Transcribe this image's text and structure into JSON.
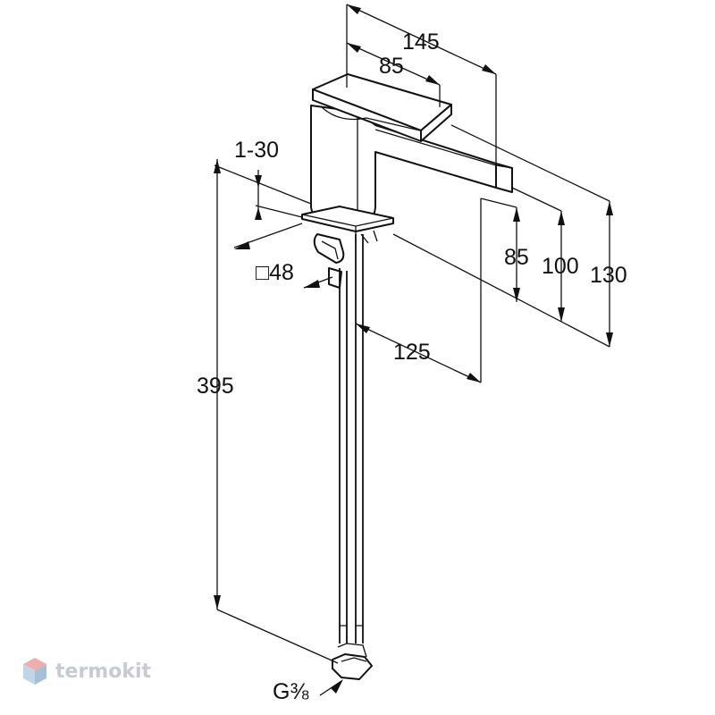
{
  "dimensions": {
    "total_height": "395",
    "spout_reach": "145",
    "lever_length": "85",
    "base_thickness": "1-30",
    "base_square": "□48",
    "outlet_height_85": "85",
    "outlet_height_100": "100",
    "overall_height": "130",
    "spout_projection": "125",
    "thread": "G⅜"
  },
  "watermark": {
    "text": "termokit",
    "logo_icon": "termokit-cube-logo"
  }
}
